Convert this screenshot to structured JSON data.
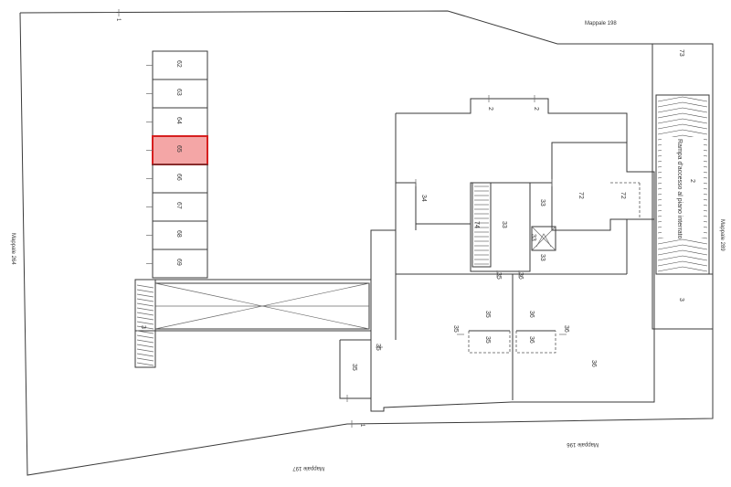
{
  "neighbors": {
    "top": "Mappale 198",
    "left": "Mappale 264",
    "right": "Mappale 289",
    "bottom_right": "Mappale 196",
    "bottom_left": "Mappale 197"
  },
  "boundary_marks": {
    "top": "1",
    "bottom": "1"
  },
  "parking_spaces": [
    {
      "label": "62"
    },
    {
      "label": "63"
    },
    {
      "label": "64"
    },
    {
      "label": "65",
      "highlighted": true
    },
    {
      "label": "66"
    },
    {
      "label": "67"
    },
    {
      "label": "68"
    },
    {
      "label": "69"
    }
  ],
  "ramp": {
    "label": "Rampa d'accesso al piano interrato",
    "number": "2",
    "top_label": "73",
    "bottom_label": "3"
  },
  "labels": {
    "stair_left": "3",
    "top_2a": "2",
    "top_2b": "2",
    "l34": "34",
    "l74": "74",
    "l33a": "33",
    "l33b": "33",
    "l33c": "33",
    "l33d": "33",
    "l72a": "72",
    "l72b": "72",
    "l35a": "35",
    "l35b": "35",
    "l35c": "35",
    "l35d": "35",
    "l35e": "35",
    "l35f": "35",
    "l36a": "36",
    "l36b": "36",
    "l36c": "36",
    "l36d": "36",
    "l36e": "36"
  },
  "colors": {
    "highlight_fill": "#f4a6a6",
    "highlight_stroke": "#d61f1f"
  }
}
